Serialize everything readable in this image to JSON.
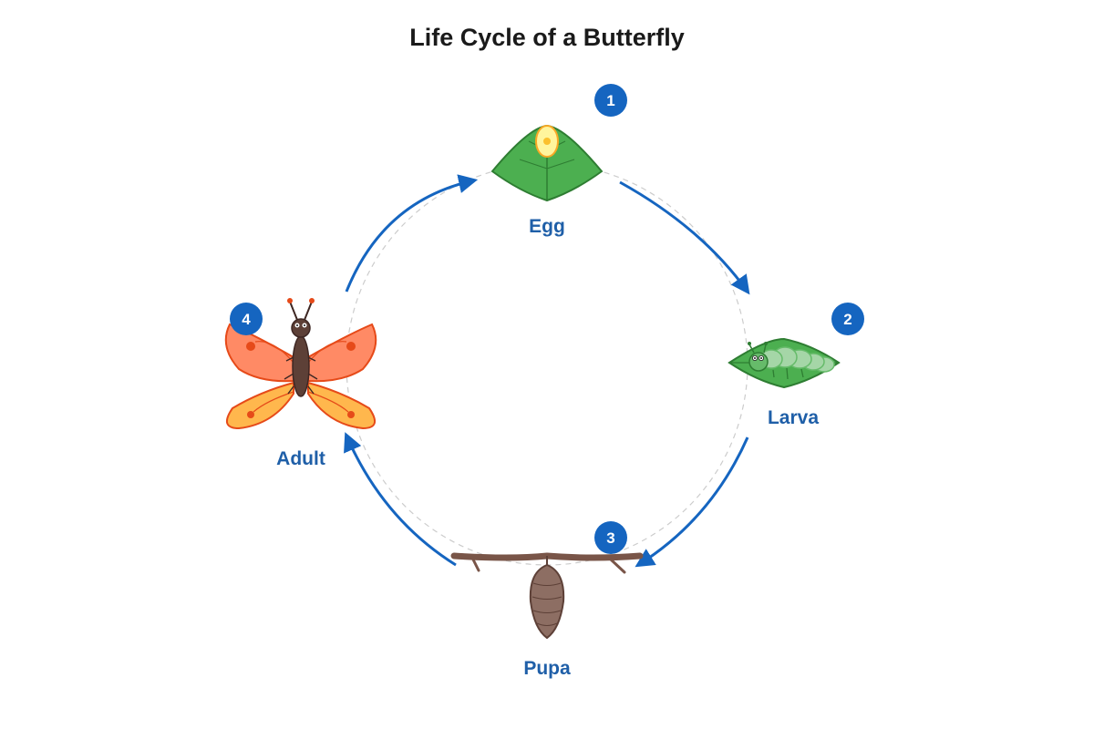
{
  "title": "Life Cycle of a Butterfly",
  "colors": {
    "accent": "#1565c0",
    "label": "#1f5fa8",
    "leaf": "#4caf50",
    "leaf_dark": "#2e7d32",
    "egg": "#fff59d",
    "caterpillar": "#a5d6a7",
    "branch": "#795548",
    "chrysalis": "#8d6e63",
    "wing_upper": "#ff8a65",
    "wing_lower": "#ffb74d",
    "wing_edge": "#e64a19",
    "body": "#5d4037",
    "guide_circle": "#cccccc"
  },
  "stages": [
    {
      "number": "1",
      "label": "Egg",
      "icon": "egg-on-leaf-icon"
    },
    {
      "number": "2",
      "label": "Larva",
      "icon": "caterpillar-on-leaf-icon"
    },
    {
      "number": "3",
      "label": "Pupa",
      "icon": "chrysalis-icon"
    },
    {
      "number": "4",
      "label": "Adult",
      "icon": "butterfly-icon"
    }
  ]
}
